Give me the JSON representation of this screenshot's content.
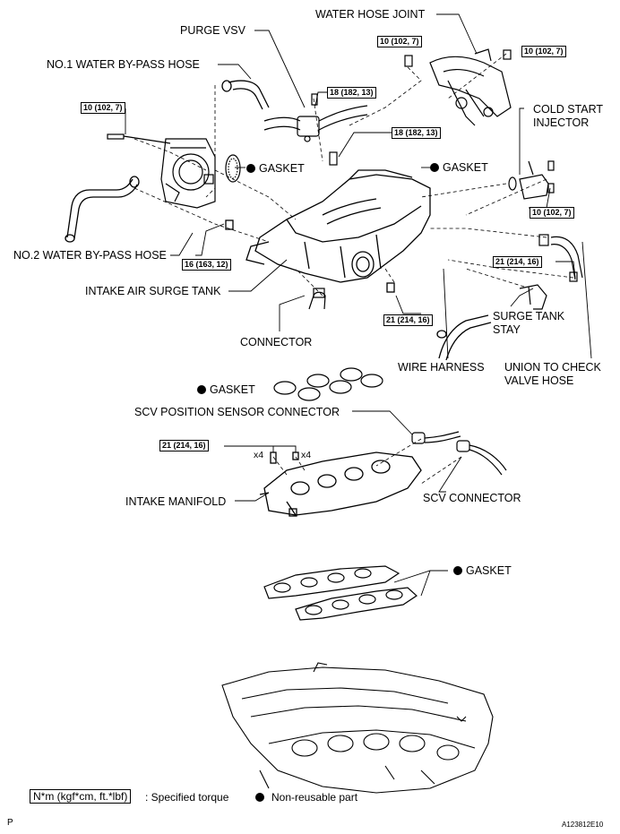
{
  "labels": {
    "water_hose_joint": "WATER HOSE JOINT",
    "purge_vsv": "PURGE VSV",
    "no1_water_bypass_hose": "NO.1 WATER BY-PASS HOSE",
    "cold_start_injector_l1": "COLD START",
    "cold_start_injector_l2": "INJECTOR",
    "gasket": "GASKET",
    "no2_water_bypass_hose": "NO.2 WATER BY-PASS HOSE",
    "intake_air_surge_tank": "INTAKE AIR SURGE TANK",
    "connector": "CONNECTOR",
    "surge_tank_stay_l1": "SURGE TANK",
    "surge_tank_stay_l2": "STAY",
    "wire_harness": "WIRE HARNESS",
    "union_check_valve_l1": "UNION TO CHECK",
    "union_check_valve_l2": "VALVE HOSE",
    "scv_position_sensor_connector": "SCV POSITION SENSOR CONNECTOR",
    "intake_manifold": "INTAKE MANIFOLD",
    "scv_connector": "SCV CONNECTOR",
    "x4_left": "x4",
    "x4_right": "x4"
  },
  "torques": {
    "t1": "10 (102, 7)",
    "t2": "10 (102, 7)",
    "t3": "10 (102, 7)",
    "t4": "18 (182, 13)",
    "t5": "18 (182, 13)",
    "t6": "10 (102, 7)",
    "t7": "16 (163, 12)",
    "t8": "21 (214, 16)",
    "t9": "21 (214, 16)",
    "t10": "21 (214, 16)"
  },
  "legend": {
    "unit": "N*m (kgf*cm, ft.*lbf)",
    "specified_torque": ": Specified torque",
    "non_reusable": "Non-reusable part"
  },
  "footer": {
    "page_letter": "P",
    "figure_code": "A123812E10"
  }
}
